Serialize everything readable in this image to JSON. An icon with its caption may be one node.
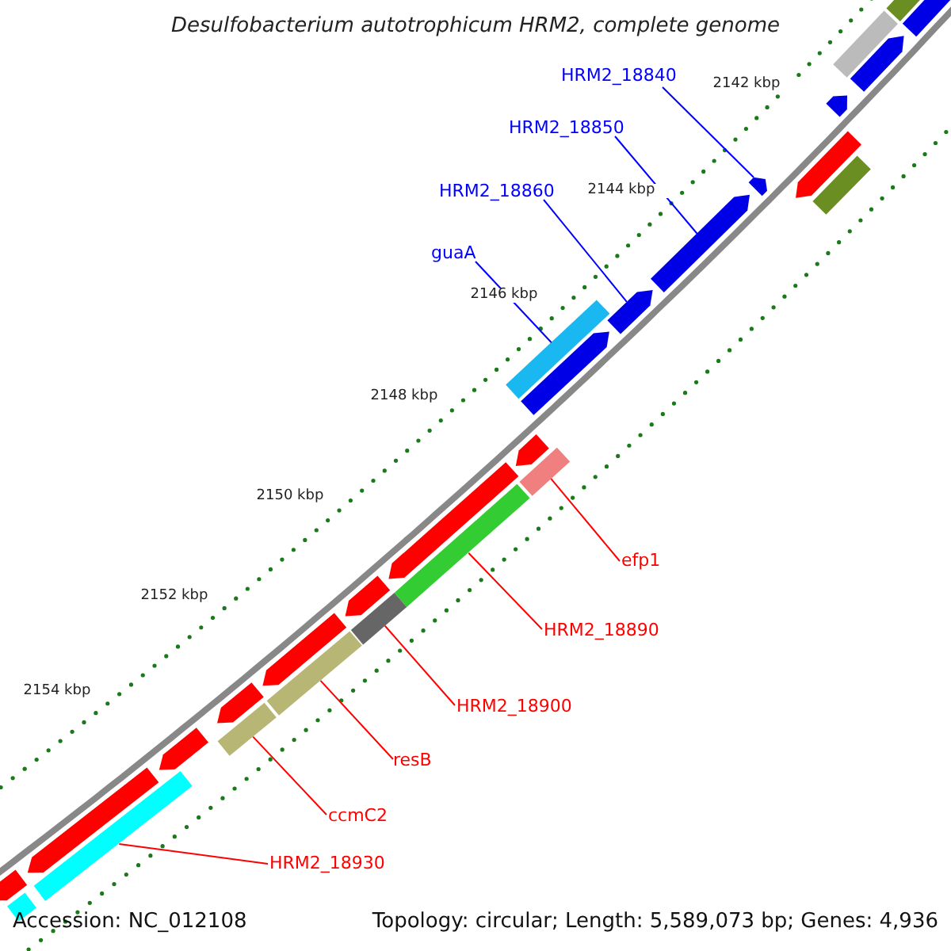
{
  "diagram": {
    "title": "Desulfobacterium autotrophicum HRM2, complete genome",
    "nodes": [
      {
        "text": [
          "HRM2_18840"
        ]
      },
      {
        "text": [
          "HRM2_18850"
        ]
      },
      {
        "text": [
          "HRM2_18860"
        ]
      },
      {
        "text": [
          "guaA"
        ]
      },
      {
        "text": [
          "efp1"
        ]
      },
      {
        "text": [
          "HRM2_18890"
        ]
      },
      {
        "text": [
          "HRM2_18900"
        ]
      },
      {
        "text": [
          "resB"
        ]
      },
      {
        "text": [
          "ccmC2"
        ]
      },
      {
        "text": [
          "HRM2_18930"
        ]
      },
      {
        "text": [],
        "shape": "arrow"
      },
      {
        "text": [],
        "shape": "arrow"
      },
      {
        "text": [],
        "shape": "arrow"
      },
      {
        "text": [],
        "shape": "bar"
      },
      {
        "text": [],
        "shape": "bar"
      },
      {
        "text": [],
        "shape": "bar"
      },
      {
        "text": [],
        "shape": "bar"
      },
      {
        "text": [],
        "shape": "bar"
      },
      {
        "text": [],
        "shape": "bar"
      },
      {
        "text": [],
        "shape": "bar"
      },
      {
        "text": [],
        "shape": "arrow"
      },
      {
        "text": [],
        "shape": "arrow"
      },
      {
        "text": [],
        "shape": "arrow"
      },
      {
        "text": [],
        "shape": "arrow"
      },
      {
        "text": [],
        "shape": "bar"
      },
      {
        "text": [],
        "shape": "bar"
      },
      {
        "text": [],
        "shape": "arrow"
      },
      {
        "text": [],
        "shape": "arrow"
      },
      {
        "text": [],
        "shape": "arrow"
      },
      {
        "text": [],
        "shape": "arrow"
      },
      {
        "text": [],
        "shape": "arrow"
      },
      {
        "text": [],
        "shape": "arrow"
      },
      {
        "text": [],
        "shape": "arrow"
      },
      {
        "text": [],
        "shape": "arrow"
      },
      {
        "text": [],
        "shape": "arrow"
      },
      {
        "text": [],
        "shape": "bar"
      },
      {
        "text": [],
        "shape": "bar"
      }
    ],
    "edges": [
      {
        "from": 0,
        "to": 10,
        "arrow": "none",
        "color": "#0000ff"
      },
      {
        "from": 1,
        "to": 11,
        "arrow": "none",
        "color": "#0000ff"
      },
      {
        "from": 2,
        "to": 12,
        "arrow": "none",
        "color": "#0000ff"
      },
      {
        "from": 3,
        "to": 13,
        "arrow": "none",
        "color": "#0000ff"
      },
      {
        "from": 4,
        "to": 14,
        "arrow": "none"
      },
      {
        "from": 5,
        "to": 15,
        "arrow": "none"
      },
      {
        "from": 6,
        "to": 16,
        "arrow": "none"
      },
      {
        "from": 7,
        "to": 17,
        "arrow": "none"
      },
      {
        "from": 8,
        "to": 18,
        "arrow": "none"
      },
      {
        "from": 9,
        "to": 19,
        "arrow": "none"
      }
    ],
    "labels": [
      "2142 kbp",
      "2144 kbp",
      "2146 kbp",
      "2148 kbp",
      "2150 kbp",
      "2152 kbp",
      "2154 kbp",
      "Accession: NC_012108",
      "Topology: circular; Length: 5,589,073 bp; Genes: 4,936"
    ]
  }
}
